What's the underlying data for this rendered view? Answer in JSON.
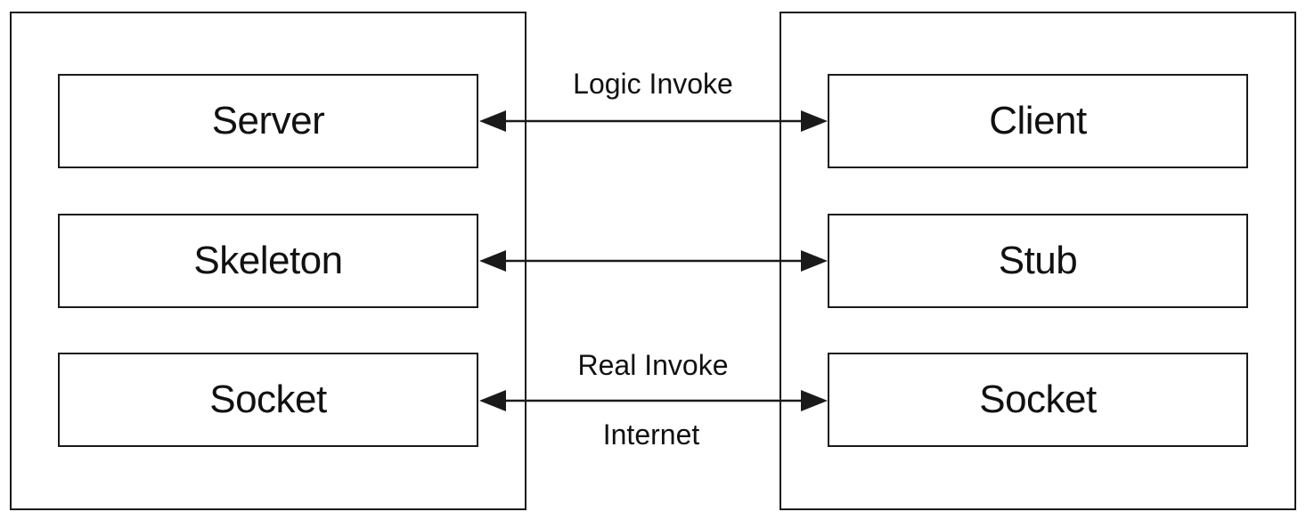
{
  "server_side": {
    "layers": [
      {
        "label": "Server"
      },
      {
        "label": "Skeleton"
      },
      {
        "label": "Socket"
      }
    ]
  },
  "client_side": {
    "layers": [
      {
        "label": "Client"
      },
      {
        "label": "Stub"
      },
      {
        "label": "Socket"
      }
    ]
  },
  "connectors": [
    {
      "from": "Server",
      "to": "Client",
      "label_above": "Logic Invoke",
      "label_below": "",
      "direction": "bidirectional"
    },
    {
      "from": "Skeleton",
      "to": "Stub",
      "label_above": "",
      "label_below": "",
      "direction": "bidirectional"
    },
    {
      "from": "Socket",
      "to": "Socket",
      "label_above": "Real Invoke",
      "label_below": "Internet",
      "direction": "bidirectional"
    }
  ],
  "colors": {
    "stroke": "#1a1a1a",
    "background": "#ffffff",
    "text": "#111111"
  }
}
